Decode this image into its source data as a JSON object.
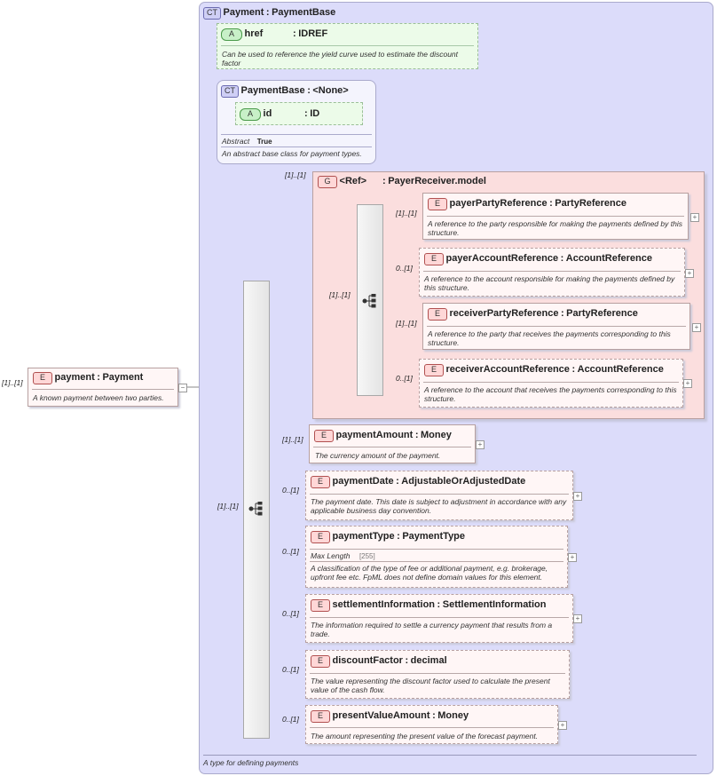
{
  "root": {
    "badge": "E",
    "name": "payment",
    "type": "Payment",
    "card": "[1]..[1]",
    "doc": "A known payment between two parties."
  },
  "main_ct": {
    "badge": "CT",
    "name": "Payment",
    "type": "PaymentBase",
    "footer": "A type for defining payments"
  },
  "attr_href": {
    "badge": "A",
    "name": "href",
    "type": "IDREF",
    "doc": "Can be used to reference the yield curve used to estimate the discount factor"
  },
  "base_ct": {
    "badge": "CT",
    "name": "PaymentBase",
    "type": "<None>",
    "attr_badge": "A",
    "attr_name": "id",
    "attr_type": "ID",
    "abstract_label": "Abstract",
    "abstract_value": "True",
    "doc": "An abstract base class for payment types."
  },
  "group": {
    "badge": "G",
    "ref": "<Ref>",
    "name": "PayerReceiver.model",
    "card_outer": "[1]..[1]",
    "card_seq": "[1]..[1]"
  },
  "group_elements": [
    {
      "badge": "E",
      "name": "payerPartyReference",
      "type": "PartyReference",
      "card": "[1]..[1]",
      "doc": "A reference to the party responsible for making the payments defined by this structure."
    },
    {
      "badge": "E",
      "name": "payerAccountReference",
      "type": "AccountReference",
      "card": "0..[1]",
      "doc": "A reference to the account responsible for making the payments defined by this structure."
    },
    {
      "badge": "E",
      "name": "receiverPartyReference",
      "type": "PartyReference",
      "card": "[1]..[1]",
      "doc": "A reference to the party that receives the payments corresponding to this structure."
    },
    {
      "badge": "E",
      "name": "receiverAccountReference",
      "type": "AccountReference",
      "card": "0..[1]",
      "doc": "A reference to the account that receives the payments corresponding to this structure."
    }
  ],
  "main_seq_card": "[1]..[1]",
  "elements": [
    {
      "badge": "E",
      "name": "paymentAmount",
      "type": "Money",
      "card": "[1]..[1]",
      "doc": "The currency amount of the payment."
    },
    {
      "badge": "E",
      "name": "paymentDate",
      "type": "AdjustableOrAdjustedDate",
      "card": "0..[1]",
      "doc": "The payment date. This date is subject to adjustment in accordance with any applicable business day convention."
    },
    {
      "badge": "E",
      "name": "paymentType",
      "type": "PaymentType",
      "card": "0..[1]",
      "facet_label": "Max Length",
      "facet_value": "[255]",
      "doc": "A classification of the type of fee or additional payment, e.g. brokerage, upfront fee etc. FpML does not define domain values for this element."
    },
    {
      "badge": "E",
      "name": "settlementInformation",
      "type": "SettlementInformation",
      "card": "0..[1]",
      "doc": "The information required to settle a currency payment that results from a trade."
    },
    {
      "badge": "E",
      "name": "discountFactor",
      "type": "decimal",
      "card": "0..[1]",
      "doc": "The value representing the discount factor used to calculate the present value of the cash flow."
    },
    {
      "badge": "E",
      "name": "presentValueAmount",
      "type": "Money",
      "card": "0..[1]",
      "doc": "The amount representing the present value of the forecast payment."
    }
  ],
  "separator": ":",
  "expand_symbol": "+",
  "collapse_symbol": "−"
}
